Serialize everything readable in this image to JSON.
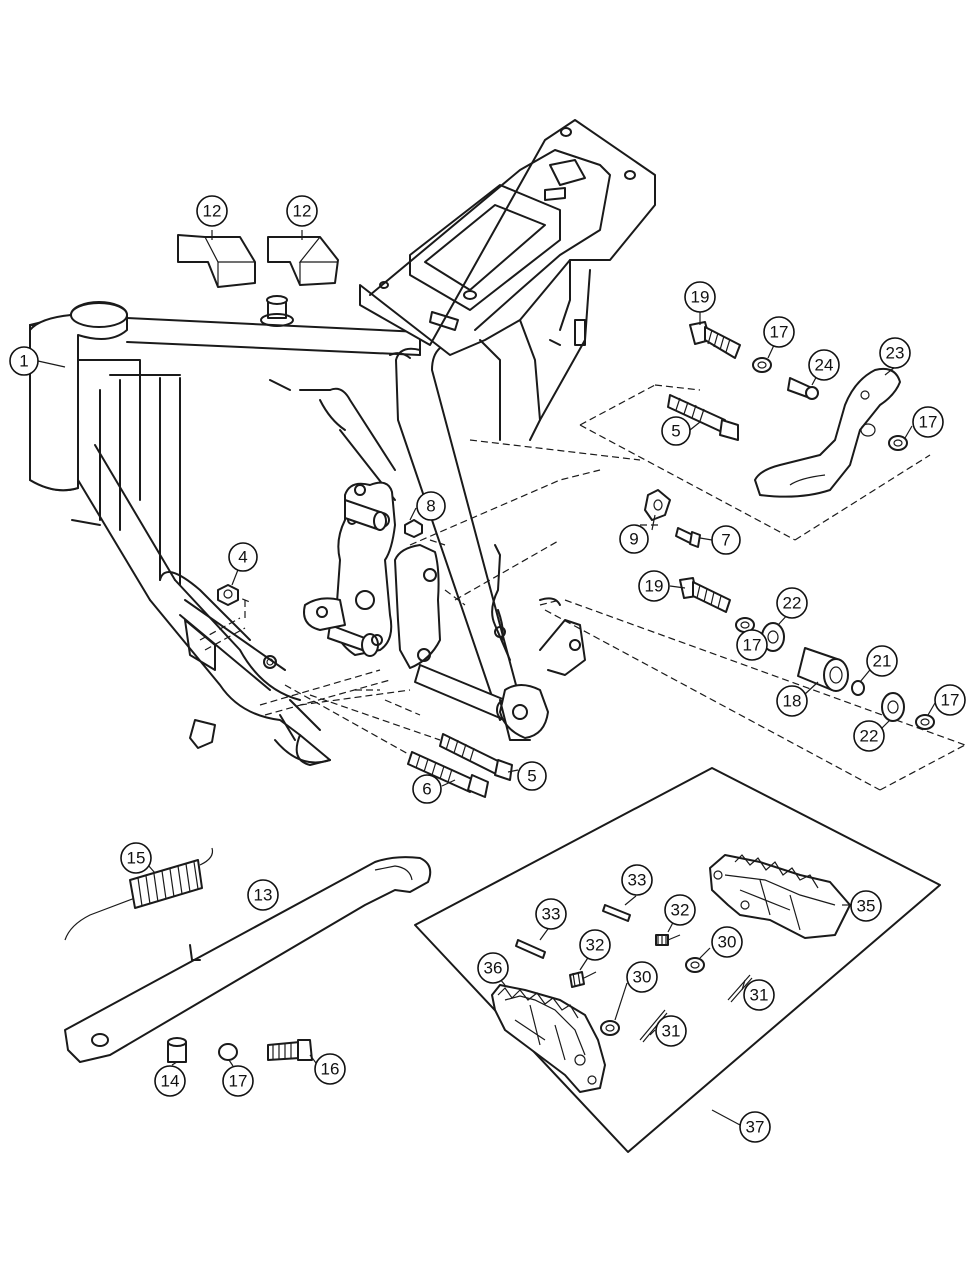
{
  "diagram": {
    "callouts": [
      {
        "id": "c1",
        "label": "1"
      },
      {
        "id": "c12a",
        "label": "12"
      },
      {
        "id": "c12b",
        "label": "12"
      },
      {
        "id": "c4",
        "label": "4"
      },
      {
        "id": "c8",
        "label": "8"
      },
      {
        "id": "c19a",
        "label": "19"
      },
      {
        "id": "c17a",
        "label": "17"
      },
      {
        "id": "c24",
        "label": "24"
      },
      {
        "id": "c23",
        "label": "23"
      },
      {
        "id": "c5a",
        "label": "5"
      },
      {
        "id": "c17b",
        "label": "17"
      },
      {
        "id": "c9",
        "label": "9"
      },
      {
        "id": "c7",
        "label": "7"
      },
      {
        "id": "c19b",
        "label": "19"
      },
      {
        "id": "c22a",
        "label": "22"
      },
      {
        "id": "c17c",
        "label": "17"
      },
      {
        "id": "c21",
        "label": "21"
      },
      {
        "id": "c18",
        "label": "18"
      },
      {
        "id": "c17d",
        "label": "17"
      },
      {
        "id": "c22b",
        "label": "22"
      },
      {
        "id": "c6",
        "label": "6"
      },
      {
        "id": "c5b",
        "label": "5"
      },
      {
        "id": "c15",
        "label": "15"
      },
      {
        "id": "c13",
        "label": "13"
      },
      {
        "id": "c14",
        "label": "14"
      },
      {
        "id": "c17e",
        "label": "17"
      },
      {
        "id": "c16",
        "label": "16"
      },
      {
        "id": "c33a",
        "label": "33"
      },
      {
        "id": "c35",
        "label": "35"
      },
      {
        "id": "c33b",
        "label": "33"
      },
      {
        "id": "c32a",
        "label": "32"
      },
      {
        "id": "c32b",
        "label": "32"
      },
      {
        "id": "c30a",
        "label": "30"
      },
      {
        "id": "c36",
        "label": "36"
      },
      {
        "id": "c30b",
        "label": "30"
      },
      {
        "id": "c31a",
        "label": "31"
      },
      {
        "id": "c31b",
        "label": "31"
      },
      {
        "id": "c37",
        "label": "37"
      }
    ]
  }
}
